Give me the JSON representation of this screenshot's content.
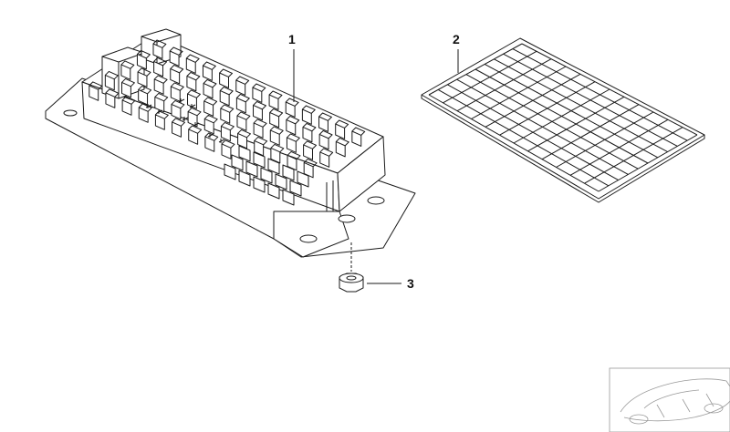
{
  "diagram": {
    "callouts": [
      {
        "number": "1",
        "part": "fuse-box"
      },
      {
        "number": "2",
        "part": "fuse-card"
      },
      {
        "number": "3",
        "part": "nut"
      }
    ]
  },
  "colors": {
    "line": "#1a1a1a",
    "thumbnail_line": "#9a9a9a",
    "background": "#ffffff"
  }
}
